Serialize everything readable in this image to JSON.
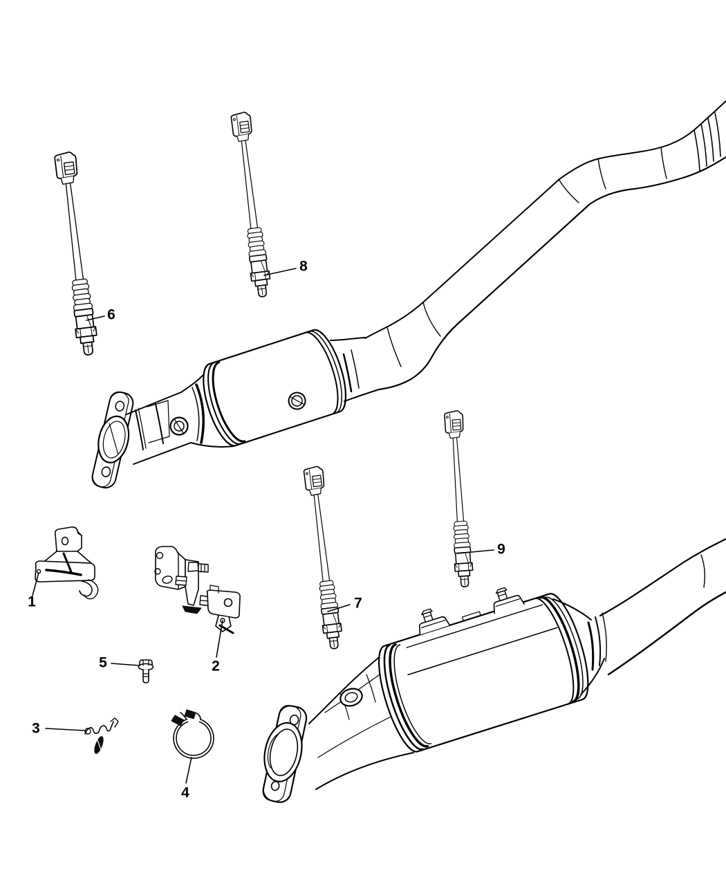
{
  "diagram": {
    "background_color": "#ffffff",
    "line_color": "#000000",
    "callouts": [
      {
        "number": "1"
      },
      {
        "number": "2"
      },
      {
        "number": "3"
      },
      {
        "number": "4"
      },
      {
        "number": "5"
      },
      {
        "number": "6"
      },
      {
        "number": "7"
      },
      {
        "number": "8"
      },
      {
        "number": "9"
      }
    ]
  }
}
